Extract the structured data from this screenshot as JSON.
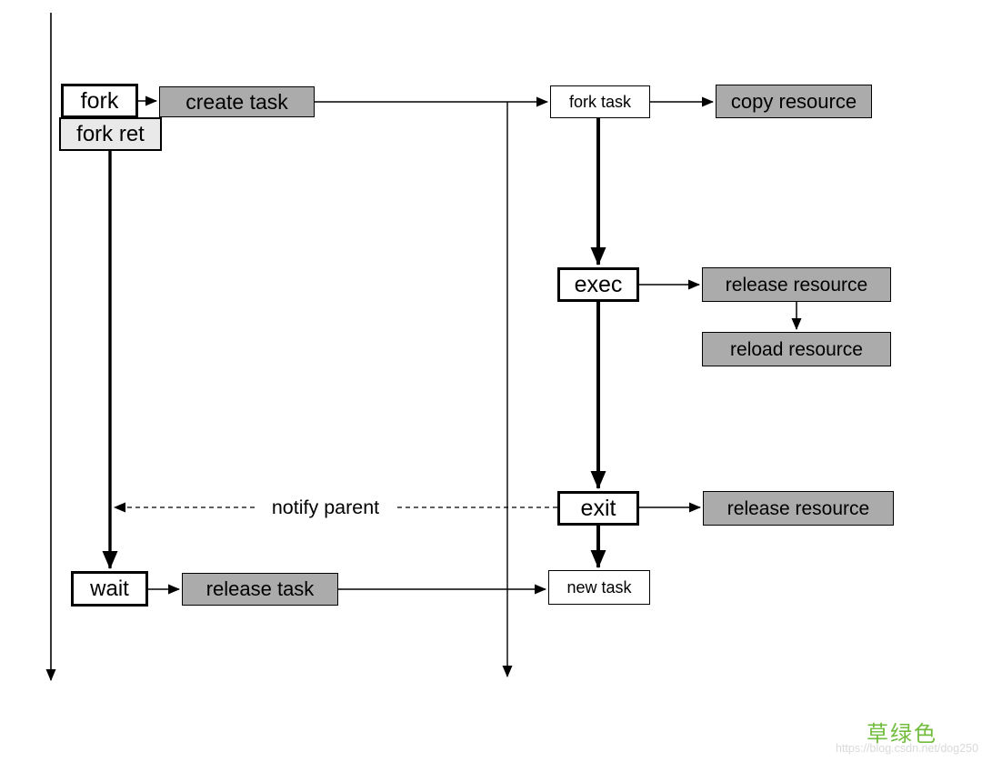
{
  "diagram": {
    "nodes": {
      "fork": "fork",
      "fork_ret": "fork ret",
      "create_task": "create task",
      "fork_task": "fork task",
      "copy_resource": "copy resource",
      "exec": "exec",
      "release_resource_after_exec": "release resource",
      "reload_resource": "reload resource",
      "exit": "exit",
      "release_resource_after_exit": "release resource",
      "new_task": "new task",
      "wait": "wait",
      "release_task": "release task"
    },
    "edge_labels": {
      "notify_parent": "notify parent"
    },
    "colors": {
      "line": "#000000",
      "task_box_fill": "#ababab",
      "fork_ret_fill": "#e9e9e9",
      "syscall_box_fill": "#ffffff",
      "brand_green": "#72bc3e",
      "watermark_gray": "#dadada"
    },
    "footer": {
      "brand": "草绿色",
      "watermark": "https://blog.csdn.net/dog250"
    }
  }
}
